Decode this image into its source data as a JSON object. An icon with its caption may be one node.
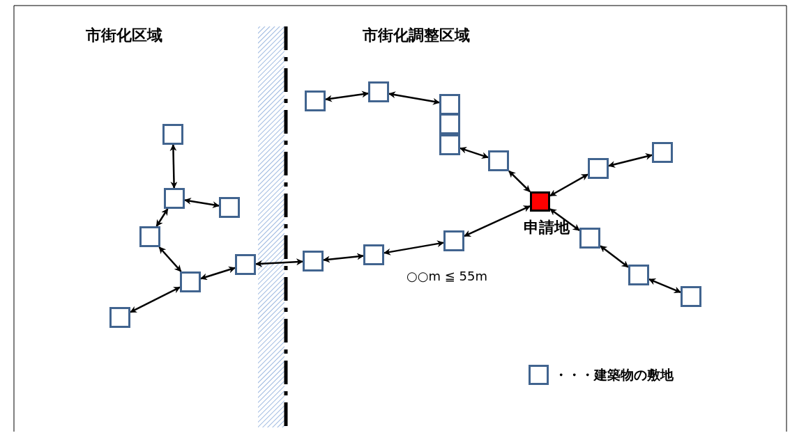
{
  "diagram": {
    "nodes": [
      {
        "text": [],
        "shape": "box"
      },
      {
        "text": [],
        "shape": "box"
      },
      {
        "text": [],
        "shape": "box"
      },
      {
        "text": [],
        "shape": "box"
      },
      {
        "text": [],
        "shape": "box"
      },
      {
        "text": [],
        "shape": "box"
      },
      {
        "text": [],
        "shape": "box"
      },
      {
        "text": [],
        "shape": "box"
      },
      {
        "text": [],
        "shape": "box"
      },
      {
        "text": [],
        "shape": "box"
      },
      {
        "text": [],
        "shape": "box"
      },
      {
        "text": [],
        "shape": "box"
      },
      {
        "text": [],
        "shape": "box"
      },
      {
        "text": [
          "申請地"
        ]
      },
      {
        "text": [],
        "shape": "box"
      },
      {
        "text": [],
        "shape": "box"
      },
      {
        "text": [],
        "shape": "box"
      },
      {
        "text": [],
        "shape": "box"
      },
      {
        "text": [],
        "shape": "box"
      },
      {
        "text": [],
        "shape": "box"
      },
      {
        "text": [],
        "shape": "box"
      },
      {
        "text": [],
        "shape": "box"
      }
    ],
    "edges": [
      {
        "from": 0,
        "to": 1,
        "arrow": "both"
      },
      {
        "from": 1,
        "to": 2,
        "arrow": "both"
      },
      {
        "from": 1,
        "to": 3,
        "arrow": "both"
      },
      {
        "from": 3,
        "to": 4,
        "arrow": "both"
      },
      {
        "from": 4,
        "to": 5,
        "arrow": "both"
      },
      {
        "from": 6,
        "to": 4,
        "arrow": "both"
      },
      {
        "from": 5,
        "to": 16,
        "arrow": "both"
      },
      {
        "from": 7,
        "to": 8,
        "arrow": "both"
      },
      {
        "from": 8,
        "to": 9,
        "arrow": "both"
      },
      {
        "from": 11,
        "to": 12,
        "arrow": "both"
      },
      {
        "from": 12,
        "to": 13,
        "arrow": "both"
      },
      {
        "from": 13,
        "to": 14,
        "arrow": "both"
      },
      {
        "from": 14,
        "to": 15,
        "arrow": "both"
      },
      {
        "from": 16,
        "to": 17,
        "arrow": "both"
      },
      {
        "from": 17,
        "to": 18,
        "arrow": "both"
      },
      {
        "from": 18,
        "to": 13,
        "arrow": "both"
      },
      {
        "from": 13,
        "to": 19,
        "arrow": "both"
      },
      {
        "from": 19,
        "to": 20,
        "arrow": "both"
      },
      {
        "from": 20,
        "to": 21,
        "arrow": "both"
      }
    ],
    "labels": [
      "市街化区域",
      "市街化調整区域",
      "○○m ≦ 55m"
    ],
    "legend": [
      {
        "text": "・・・建築物の敷地"
      }
    ]
  }
}
